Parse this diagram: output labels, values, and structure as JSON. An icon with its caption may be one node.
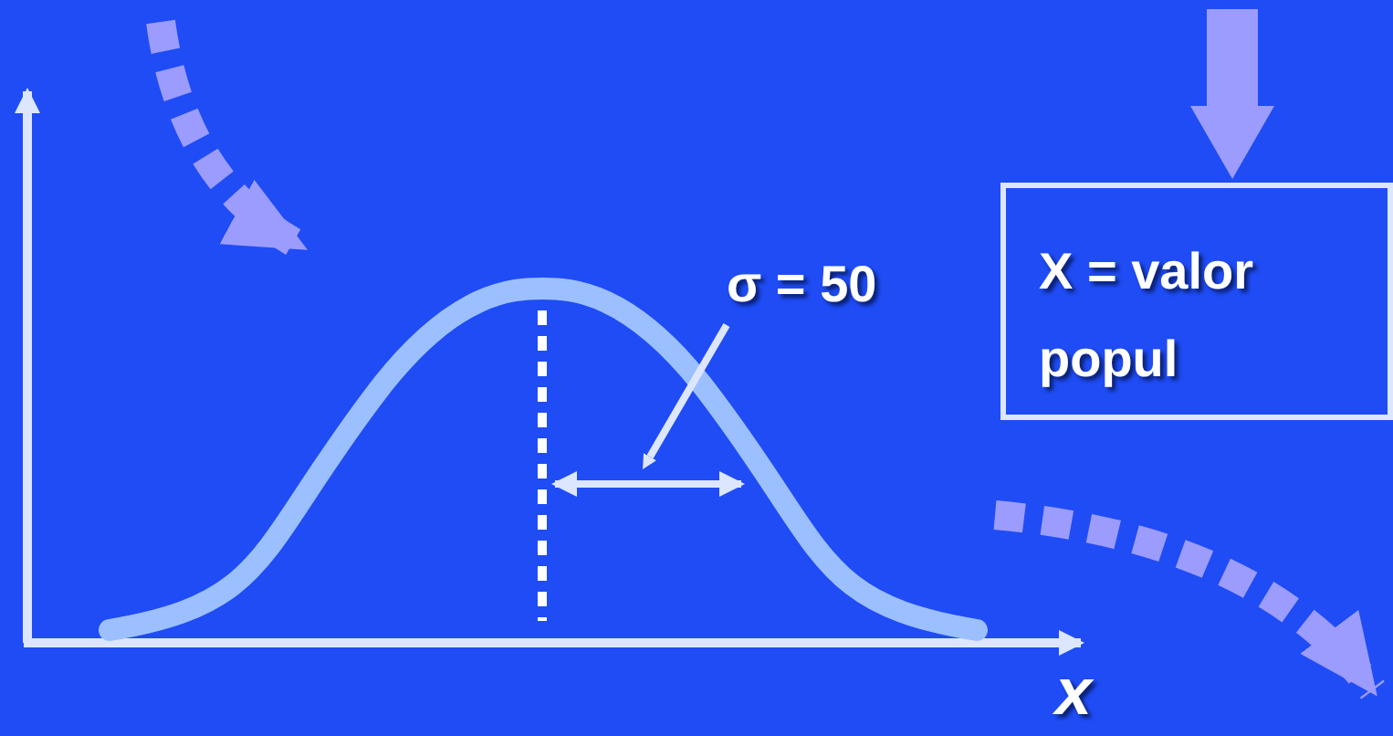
{
  "diagram": {
    "nodes": [
      {
        "text": [
          "σ = 50"
        ]
      },
      {
        "text": [],
        "shape": "line"
      },
      {
        "text": [
          "X = valor popul"
        ]
      }
    ],
    "edges": [
      {
        "from": 0,
        "to": 1,
        "arrow": "to"
      },
      {
        "from": null,
        "to": 2,
        "arrow": "to",
        "style": "thick",
        "color": "#9c9cff"
      }
    ],
    "labels": [
      "x"
    ]
  }
}
